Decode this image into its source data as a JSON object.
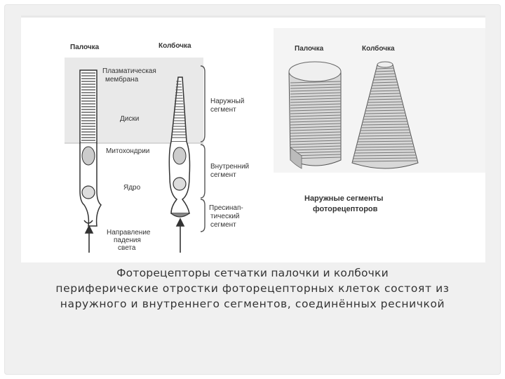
{
  "diagram": {
    "left_labels": {
      "rod": "Палочка",
      "cone": "Колбочка",
      "plasma_membrane_line1": "Плазматическая",
      "plasma_membrane_line2": "мембрана",
      "disks": "Диски",
      "mitochondria": "Митохондрии",
      "nucleus": "Ядро",
      "light_line1": "Направление",
      "light_line2": "падения",
      "light_line3": "света",
      "outer_segment_line1": "Наружный",
      "outer_segment_line2": "сегмент",
      "inner_segment_line1": "Внутренний",
      "inner_segment_line2": "сегмент",
      "presynaptic_line1": "Пресинап-",
      "presynaptic_line2": "тический",
      "presynaptic_line3": "сегмент"
    },
    "right_labels": {
      "rod": "Палочка",
      "cone": "Колбочка",
      "caption_line1": "Наружные сегменты",
      "caption_line2": "фоторецепторов"
    }
  },
  "caption": {
    "line1": "Фоторецепторы сетчатки палочки и колбочки",
    "line2": "периферические отростки фоторецепторных клеток состоят из",
    "line3": "наружного и внутреннего сегментов, соединённых ресничкой"
  }
}
